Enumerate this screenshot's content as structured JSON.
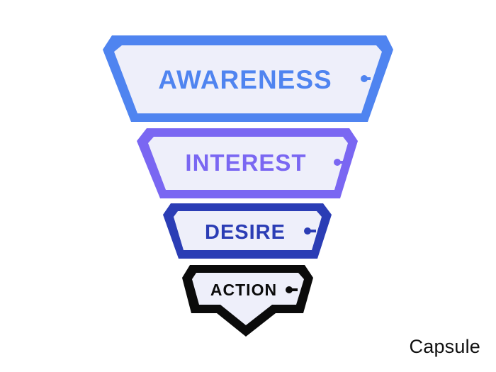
{
  "funnel": {
    "stages": [
      {
        "label": "AWARENESS",
        "color": "#4f84f0",
        "fill": "#eeeffa"
      },
      {
        "label": "INTEREST",
        "color": "#7a67f2",
        "fill": "#eeeffa"
      },
      {
        "label": "DESIRE",
        "color": "#2b3db5",
        "fill": "#eeeffa"
      },
      {
        "label": "ACTION",
        "color": "#0b0b0b",
        "fill": "#eeeffa"
      }
    ]
  },
  "brand": {
    "name": "Capsule"
  }
}
